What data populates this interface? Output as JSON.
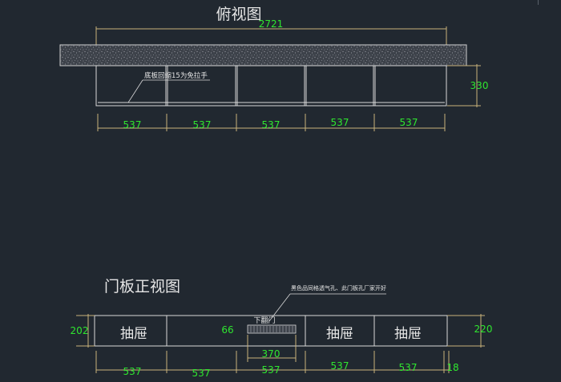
{
  "colors": {
    "background": "#212830",
    "line": "#d9d9d9",
    "dimension_line": "#c9b27a",
    "dimension_text": "#2fe62f",
    "dark_line": "#7d8490"
  },
  "top_view": {
    "title": "俯视图",
    "overall_width": "2721",
    "depth": "330",
    "note": "底板回缩15为免拉手",
    "module_widths": [
      "537",
      "537",
      "537",
      "537",
      "537"
    ]
  },
  "front_view": {
    "title": "门板正视图",
    "vent_note": "黑色品同格透气孔、此门板孔厂家开好",
    "flap_door_label": "下翻门",
    "left_height": "202",
    "right_height": "220",
    "vent_height": "66",
    "vent_width": "370",
    "side_gap": "18",
    "drawer_labels": [
      "抽屉",
      "抽屉",
      "抽屉"
    ],
    "module_widths": [
      "537",
      "537",
      "537",
      "537",
      "537"
    ]
  }
}
